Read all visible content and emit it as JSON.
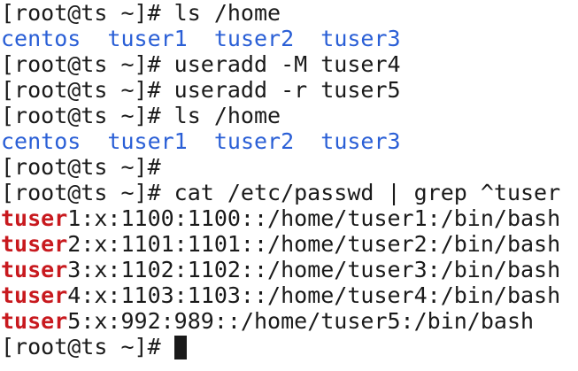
{
  "terminal": {
    "lines": [
      {
        "type": "command",
        "prompt": "[root@ts ~]# ",
        "text": "ls /home"
      },
      {
        "type": "listing",
        "items": [
          "centos",
          "tuser1",
          "tuser2",
          "tuser3"
        ]
      },
      {
        "type": "command",
        "prompt": "[root@ts ~]# ",
        "text": "useradd -M tuser4"
      },
      {
        "type": "command",
        "prompt": "[root@ts ~]# ",
        "text": "useradd -r tuser5"
      },
      {
        "type": "command",
        "prompt": "[root@ts ~]# ",
        "text": "ls /home"
      },
      {
        "type": "listing",
        "items": [
          "centos",
          "tuser1",
          "tuser2",
          "tuser3"
        ]
      },
      {
        "type": "command",
        "prompt": "[root@ts ~]# ",
        "text": ""
      },
      {
        "type": "command",
        "prompt": "[root@ts ~]# ",
        "text": "cat /etc/passwd | grep ^tuser"
      },
      {
        "type": "match",
        "match": "tuser",
        "rest": "1:x:1100:1100::/home/tuser1:/bin/bash"
      },
      {
        "type": "match",
        "match": "tuser",
        "rest": "2:x:1101:1101::/home/tuser2:/bin/bash"
      },
      {
        "type": "match",
        "match": "tuser",
        "rest": "3:x:1102:1102::/home/tuser3:/bin/bash"
      },
      {
        "type": "match",
        "match": "tuser",
        "rest": "4:x:1103:1103::/home/tuser4:/bin/bash"
      },
      {
        "type": "match",
        "match": "tuser",
        "rest": "5:x:992:989::/home/tuser5:/bin/bash"
      },
      {
        "type": "command",
        "prompt": "[root@ts ~]# ",
        "text": "",
        "cursor": true
      }
    ]
  },
  "colors": {
    "text": "#1a1a1a",
    "directory": "#2a5fd6",
    "grep_match": "#c8191e",
    "background": "#ffffff"
  }
}
